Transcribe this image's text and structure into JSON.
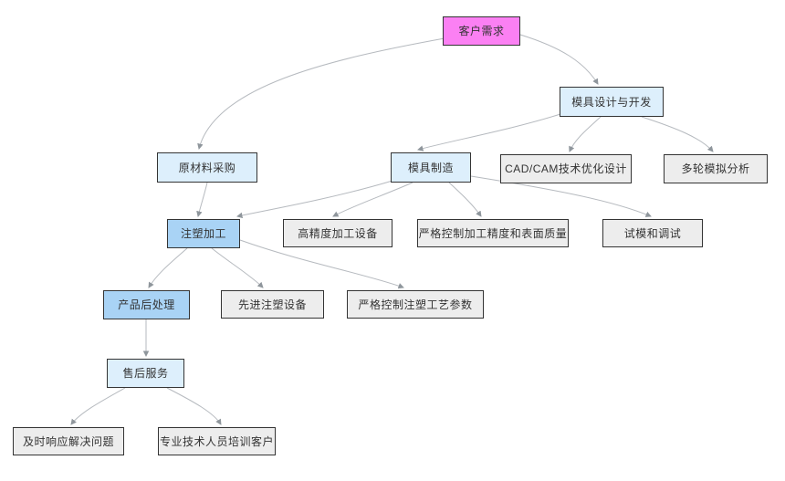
{
  "diagram": {
    "type": "flowchart",
    "background": "#ffffff",
    "colors": {
      "root_node_fill": "#fb80f3",
      "stage_node_fill": "#ddeffc",
      "highlight_node_fill": "#a9d3f5",
      "detail_node_fill": "#ededed",
      "node_border": "#343434",
      "node_text": "#333333",
      "edge_line": "#b6babf",
      "edge_arrowhead": "#8f969c"
    },
    "nodes": [
      {
        "id": "customer-needs",
        "label": "客户需求",
        "fill": "pink"
      },
      {
        "id": "mold-design",
        "label": "模具设计与开发",
        "fill": "light-blue"
      },
      {
        "id": "raw-material",
        "label": "原材料采购",
        "fill": "light-blue"
      },
      {
        "id": "mold-manufacturing",
        "label": "模具制造",
        "fill": "light-blue"
      },
      {
        "id": "cadcam-design",
        "label": "CAD/CAM技术优化设计",
        "fill": "gray"
      },
      {
        "id": "simulation-analysis",
        "label": "多轮模拟分析",
        "fill": "gray"
      },
      {
        "id": "injection-molding",
        "label": "注塑加工",
        "fill": "blue"
      },
      {
        "id": "high-precision-equipment",
        "label": "高精度加工设备",
        "fill": "gray"
      },
      {
        "id": "strict-machining-quality",
        "label": "严格控制加工精度和表面质量",
        "fill": "gray"
      },
      {
        "id": "trial-mold-debug",
        "label": "试模和调试",
        "fill": "gray"
      },
      {
        "id": "post-processing",
        "label": "产品后处理",
        "fill": "blue"
      },
      {
        "id": "advanced-injection-equipment",
        "label": "先进注塑设备",
        "fill": "gray"
      },
      {
        "id": "strict-injection-params",
        "label": "严格控制注塑工艺参数",
        "fill": "gray"
      },
      {
        "id": "after-sales-service",
        "label": "售后服务",
        "fill": "light-blue"
      },
      {
        "id": "timely-response",
        "label": "及时响应解决问题",
        "fill": "gray"
      },
      {
        "id": "professional-training",
        "label": "专业技术人员培训客户",
        "fill": "gray"
      }
    ],
    "edges": [
      {
        "from": "customer-needs",
        "to": "raw-material"
      },
      {
        "from": "customer-needs",
        "to": "mold-design"
      },
      {
        "from": "mold-design",
        "to": "mold-manufacturing"
      },
      {
        "from": "mold-design",
        "to": "cadcam-design"
      },
      {
        "from": "mold-design",
        "to": "simulation-analysis"
      },
      {
        "from": "raw-material",
        "to": "injection-molding"
      },
      {
        "from": "mold-manufacturing",
        "to": "injection-molding"
      },
      {
        "from": "mold-manufacturing",
        "to": "high-precision-equipment"
      },
      {
        "from": "mold-manufacturing",
        "to": "strict-machining-quality"
      },
      {
        "from": "mold-manufacturing",
        "to": "trial-mold-debug"
      },
      {
        "from": "injection-molding",
        "to": "post-processing"
      },
      {
        "from": "injection-molding",
        "to": "advanced-injection-equipment"
      },
      {
        "from": "injection-molding",
        "to": "strict-injection-params"
      },
      {
        "from": "post-processing",
        "to": "after-sales-service"
      },
      {
        "from": "after-sales-service",
        "to": "timely-response"
      },
      {
        "from": "after-sales-service",
        "to": "professional-training"
      }
    ]
  }
}
